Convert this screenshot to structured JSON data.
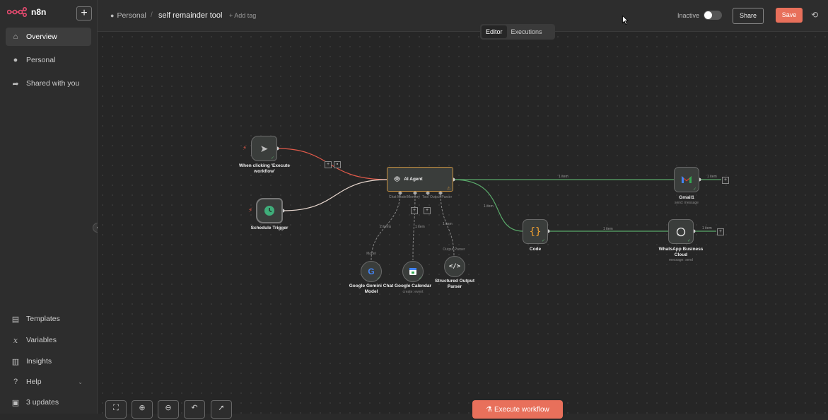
{
  "app": {
    "logo_text": "n8n",
    "new_button": "+"
  },
  "sidebar": {
    "top_items": [
      {
        "label": "Overview",
        "icon": "home-icon"
      },
      {
        "label": "Personal",
        "icon": "user-icon"
      },
      {
        "label": "Shared with you",
        "icon": "share-icon"
      }
    ],
    "bottom_items": [
      {
        "label": "Templates",
        "icon": "templates-icon"
      },
      {
        "label": "Variables",
        "icon": "variables-icon"
      },
      {
        "label": "Insights",
        "icon": "insights-icon"
      },
      {
        "label": "Help",
        "icon": "help-icon"
      },
      {
        "label": "3 updates",
        "icon": "gift-icon"
      }
    ]
  },
  "header": {
    "breadcrumb": "Personal",
    "separator": "/",
    "workflow_title": "self remainder tool",
    "add_tag": "+ Add tag",
    "status_label": "Inactive",
    "share_label": "Share",
    "save_label": "Save"
  },
  "tabs": [
    {
      "label": "Editor",
      "active": true
    },
    {
      "label": "Executions",
      "active": false
    }
  ],
  "nodes": {
    "manual_trigger": {
      "label": "When clicking 'Execute workflow'"
    },
    "schedule_trigger": {
      "label": "Schedule Trigger"
    },
    "ai_agent": {
      "label": "AI Agent",
      "ports": [
        "Chat Model",
        "Memory",
        "Tool",
        "Output Parser"
      ]
    },
    "gmail": {
      "label": "Gmail1",
      "sub": "send: message"
    },
    "code": {
      "label": "Code"
    },
    "whatsapp": {
      "label": "WhatsApp Business Cloud",
      "sub": "message: send"
    },
    "gemini": {
      "label": "Google Gemini Chat Model",
      "top": "Model"
    },
    "calendar": {
      "label": "Google Calendar",
      "sub": "create: event"
    },
    "parser": {
      "label": "Structured Output Parser",
      "top": "Output Parser"
    }
  },
  "connection_labels": {
    "agent_gmail": "1 item",
    "agent_code": "1 item",
    "code_whatsapp": "1 item",
    "gmail_out": "1 item",
    "whatsapp_out": "1 item",
    "gemini": "2 items",
    "calendar": "1 item",
    "parser": "1 item"
  },
  "controls": {
    "fit_icon": "⛶",
    "zoom_in_icon": "⊕",
    "zoom_out_icon": "⊖",
    "undo_icon": "↶",
    "select_icon": "➚"
  },
  "execute_button": "Execute workflow",
  "colors": {
    "accent": "#e8705b",
    "wire_green": "#5aa96a",
    "wire_red": "#e25a4a",
    "agent_border": "#c9913e"
  }
}
